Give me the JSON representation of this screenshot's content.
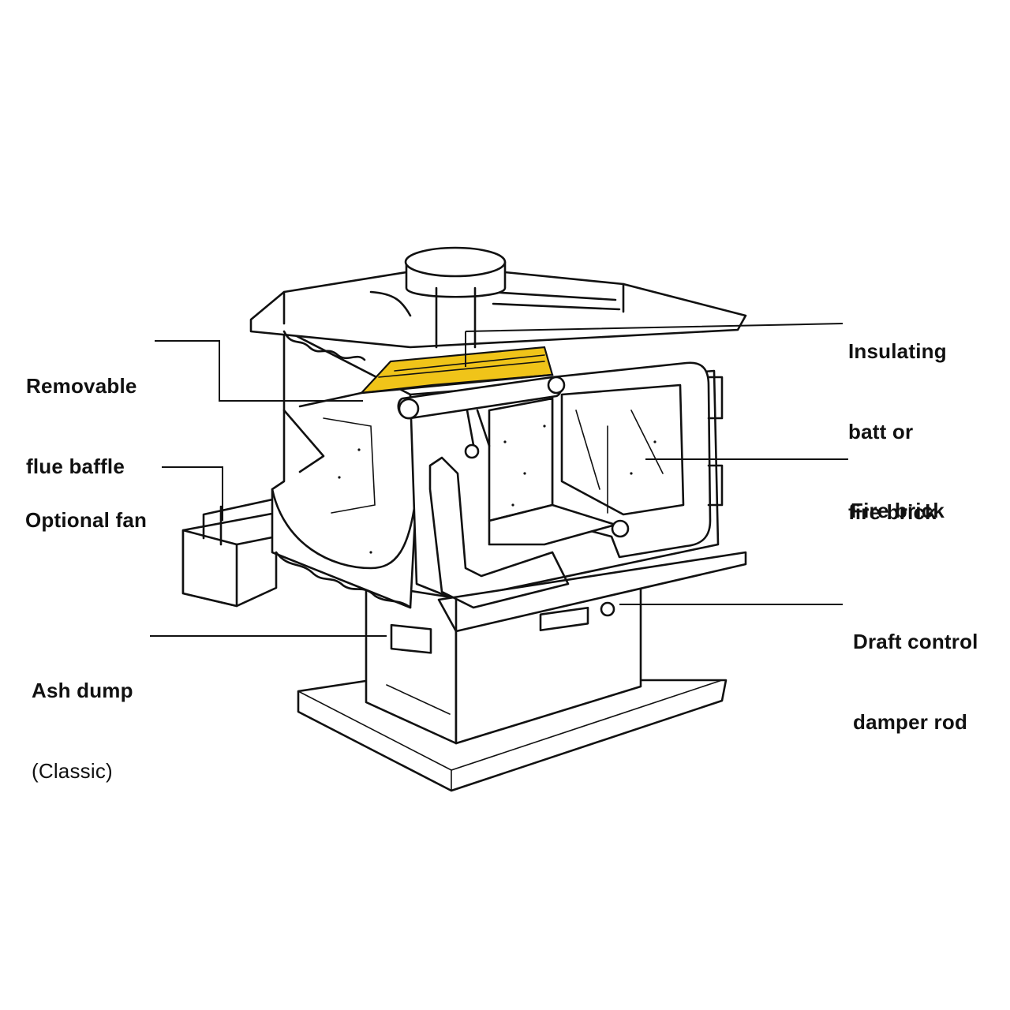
{
  "labels": {
    "removable_flue_baffle": [
      "Removable",
      "flue baffle"
    ],
    "insulating": [
      "Insulating",
      "batt or",
      "fire brick"
    ],
    "optional_fan": [
      "Optional fan"
    ],
    "fire_brick": [
      "Fire brick"
    ],
    "ash_dump": [
      "Ash dump",
      "(Classic)"
    ],
    "draft_control": [
      "Draft control",
      "damper rod"
    ]
  },
  "colors": {
    "insulation": "#f0c419",
    "line": "#111111",
    "background": "#ffffff"
  }
}
